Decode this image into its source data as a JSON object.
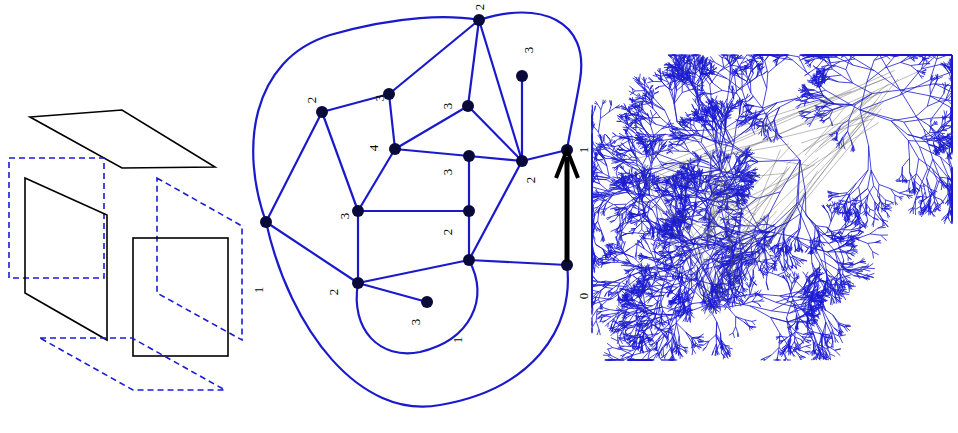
{
  "diagram": {
    "labels": [
      "2",
      "3",
      "3",
      "2",
      "3",
      "1",
      "4",
      "3",
      "2",
      "3",
      "2",
      "1",
      "2",
      "3",
      "1",
      "0"
    ]
  }
}
